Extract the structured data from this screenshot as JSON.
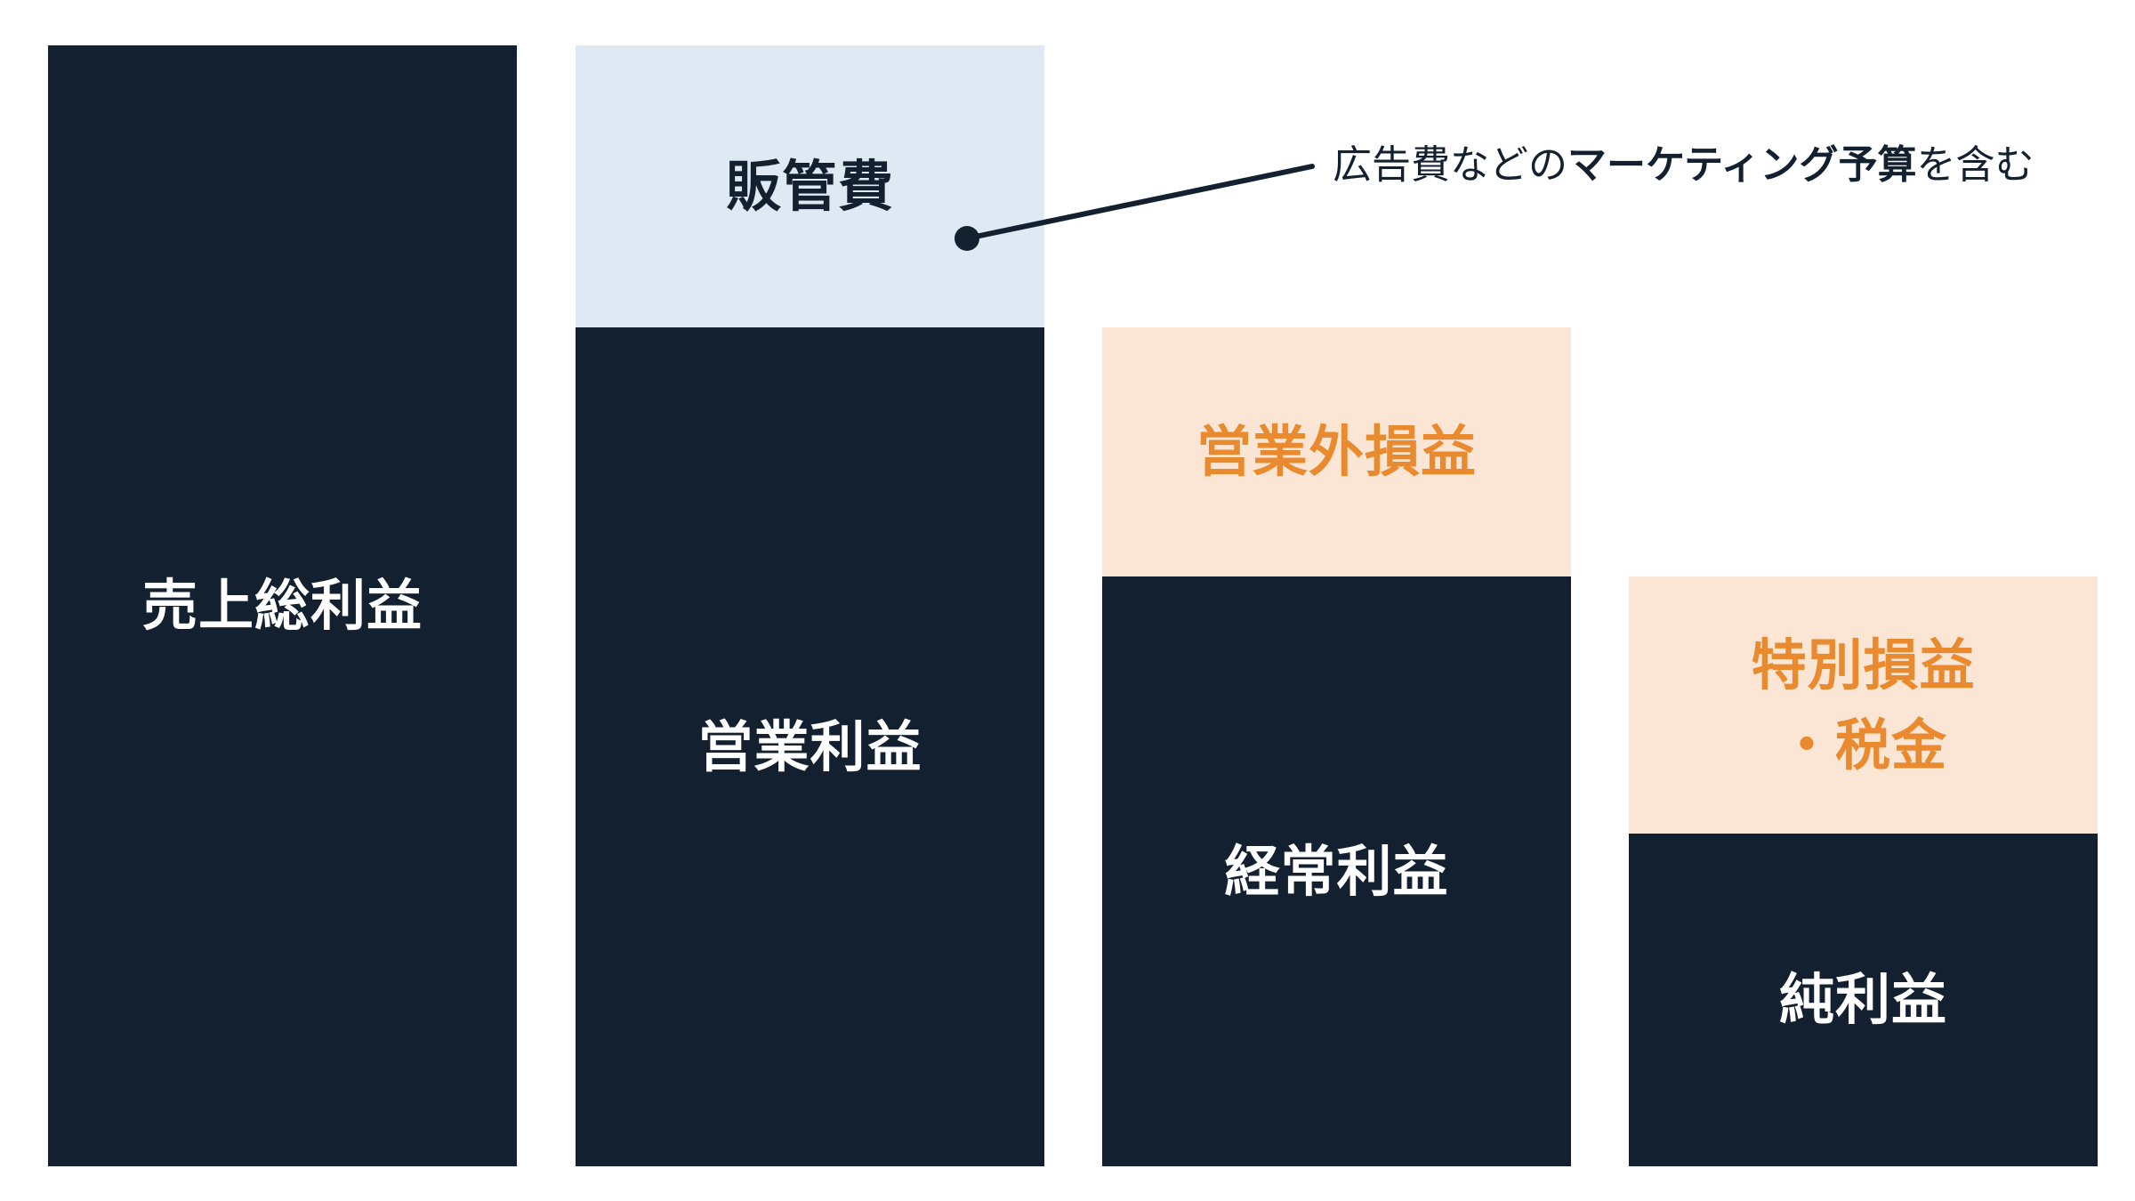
{
  "blocks": {
    "gross_profit": "売上総利益",
    "sga": "販管費",
    "operating_profit": "営業利益",
    "non_operating": "営業外損益",
    "ordinary_profit": "経常利益",
    "extraordinary_line1": "特別損益",
    "extraordinary_line2": "・税金",
    "net_profit": "純利益"
  },
  "callout": {
    "prefix": "広告費などの",
    "emphasis": "マーケティング予算",
    "suffix": "を含む"
  },
  "colors": {
    "dark": "#132030",
    "light_blue": "#dfe9f3",
    "peach": "#fbe6d5",
    "orange_text": "#ea8a2e"
  }
}
